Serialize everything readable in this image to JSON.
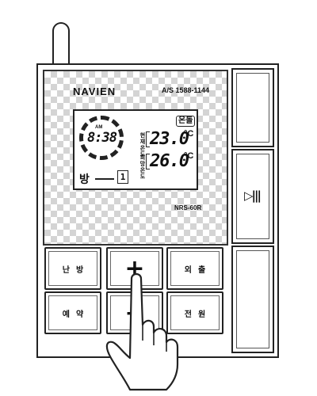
{
  "device": {
    "brand": "NAVIEN",
    "as_number": "A/S 1588-1144",
    "model": "NRS-60R"
  },
  "display": {
    "am_pm": "AM",
    "clock": "8:38",
    "mode_badge": "온돌",
    "current_label": "현재 온도",
    "current_label_line1": "현재",
    "current_label_line2": "온도",
    "current_temp": "23.0",
    "set_label": "희망 온도",
    "set_label_line1": "희망",
    "set_label_line2": "온도",
    "set_temp": "26.0",
    "unit": "°C",
    "room_label": "방",
    "room_number": "1"
  },
  "buttons": {
    "heating": "난방",
    "plus": "+",
    "outing": "외출",
    "reservation": "예약",
    "minus": "−",
    "power": "전원"
  },
  "side_panel": {
    "play_symbol": "▷|||"
  }
}
